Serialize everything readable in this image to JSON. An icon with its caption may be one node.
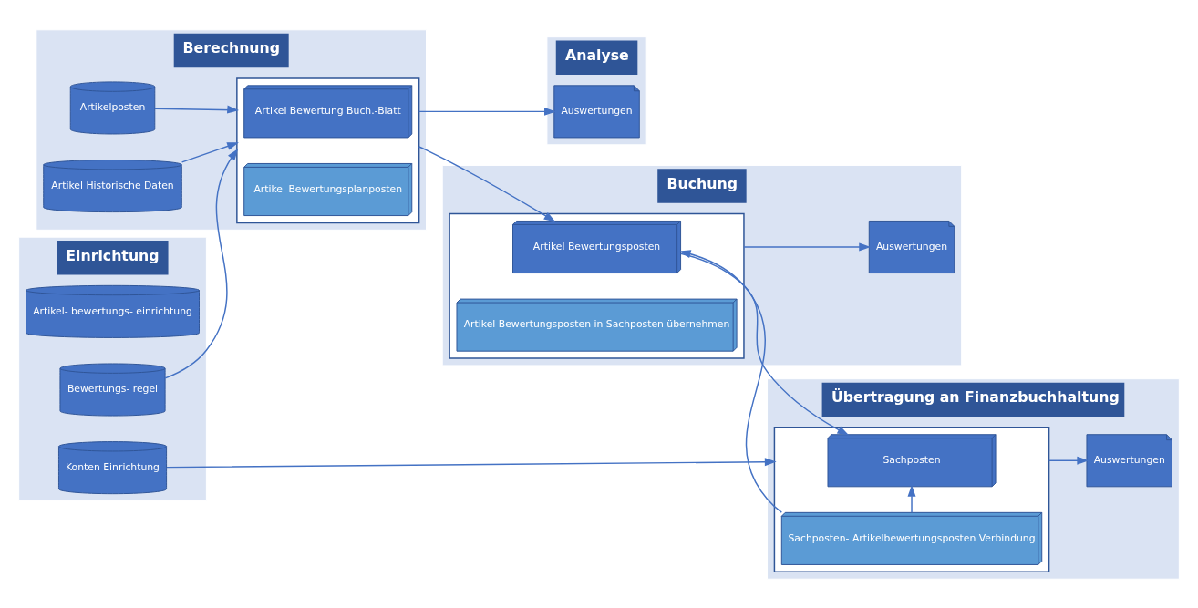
{
  "diagram": {
    "nodes": [
      {
        "text": [
          "Einrichtung"
        ]
      },
      {
        "text": [
          "Berechnung"
        ]
      },
      {
        "text": [
          "Analyse"
        ]
      },
      {
        "text": [
          "Buchung"
        ]
      },
      {
        "text": [
          "Übertragung an Finanzbuchhaltung"
        ]
      },
      {
        "text": [
          "Artikel- bewertungs- einrichtung"
        ],
        "in": 0
      },
      {
        "text": [
          "Bewertungs- regel"
        ],
        "in": 0
      },
      {
        "text": [
          "Konten Einrichtung"
        ],
        "in": 0
      },
      {
        "text": [
          "Artikelposten"
        ],
        "in": 1
      },
      {
        "text": [
          "Artikel Historische Daten"
        ],
        "in": 1
      },
      {
        "text": [],
        "shape": "box",
        "in": 1
      },
      {
        "text": [
          "Artikel Bewertung Buch.-Blatt"
        ],
        "in": 10
      },
      {
        "text": [
          "Artikel Bewertungsplanposten"
        ],
        "in": 10
      },
      {
        "text": [
          "Auswertungen"
        ],
        "in": 2
      },
      {
        "text": [],
        "shape": "box",
        "in": 3
      },
      {
        "text": [
          "Artikel Bewertungsposten"
        ],
        "in": 14
      },
      {
        "text": [
          "Artikel Bewertungsposten in Sachposten übernehmen"
        ],
        "in": 14
      },
      {
        "text": [
          "Auswertungen"
        ],
        "in": 3
      },
      {
        "text": [],
        "shape": "box",
        "in": 4
      },
      {
        "text": [
          "Sachposten"
        ],
        "in": 18
      },
      {
        "text": [
          "Sachposten- Artikelbewertungsposten Verbindung"
        ],
        "in": 18
      },
      {
        "text": [
          "Auswertungen"
        ],
        "in": 4
      }
    ],
    "edges": [
      {
        "from": 8,
        "to": 10,
        "arrow": "to"
      },
      {
        "from": 9,
        "to": 10,
        "arrow": "to"
      },
      {
        "from": 6,
        "to": 10,
        "arrow": "to"
      },
      {
        "from": 10,
        "to": 15,
        "arrow": "to"
      },
      {
        "from": 10,
        "to": 13,
        "arrow": "to"
      },
      {
        "from": 15,
        "to": 19,
        "arrow": "to"
      },
      {
        "from": 20,
        "to": 15,
        "arrow": "to"
      },
      {
        "from": 20,
        "to": 19,
        "arrow": "to"
      },
      {
        "from": 14,
        "to": 17,
        "arrow": "to"
      },
      {
        "from": 18,
        "to": 21,
        "arrow": "to"
      },
      {
        "from": 7,
        "to": 18,
        "arrow": "to"
      }
    ]
  }
}
